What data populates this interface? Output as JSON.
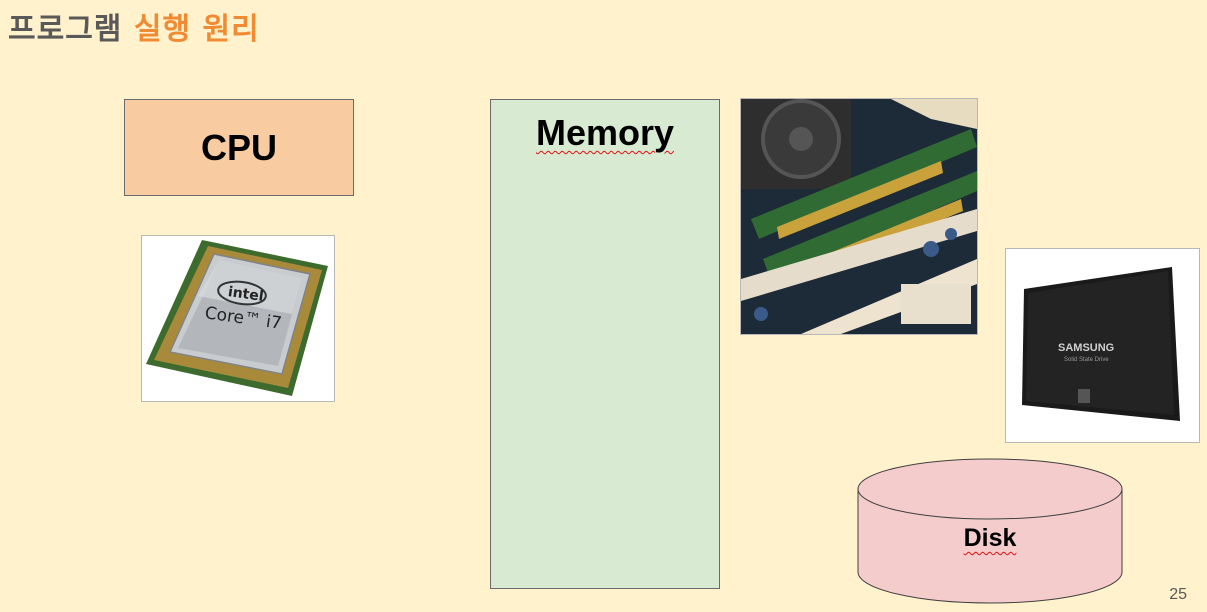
{
  "slide": {
    "title_part1": "프로그램",
    "title_part2": "실행 원리",
    "page_number": "25"
  },
  "boxes": {
    "cpu_label": "CPU",
    "memory_label": "Memory",
    "disk_label": "Disk"
  },
  "images": {
    "cpu_chip_logo": "intel",
    "cpu_chip_model": "Core™ i7",
    "ssd_brand": "SAMSUNG",
    "ssd_sub": "Solid State Drive"
  },
  "colors": {
    "background": "#fff2cc",
    "title_accent": "#f08a33",
    "cpu_box": "#f8cba0",
    "memory_box": "#d9ead3",
    "disk": "#f4cccc"
  }
}
